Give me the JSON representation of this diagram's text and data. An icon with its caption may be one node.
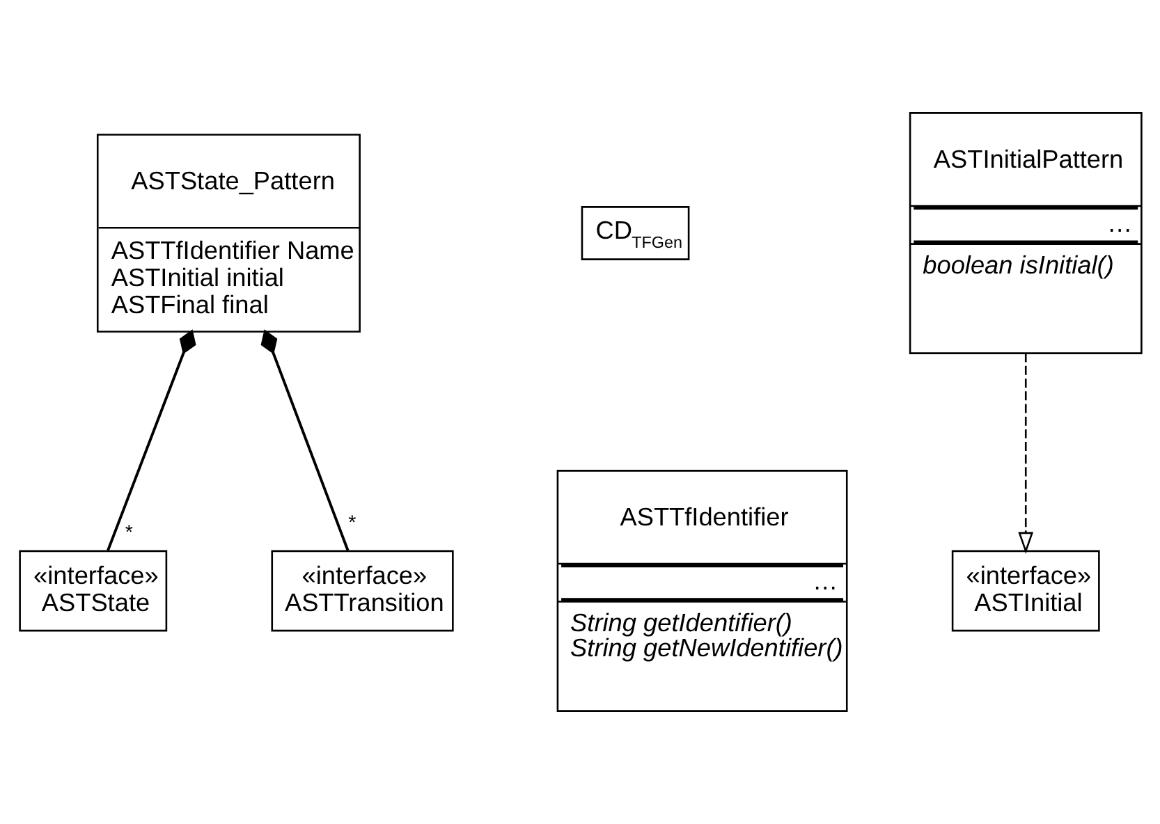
{
  "diagram": {
    "nodes": [
      {
        "text": [
          "ASTState_Pattern",
          "ASTTfIdentifier Name",
          "ASTInitial initial",
          "ASTFinal final"
        ]
      },
      {
        "text": [
          "«interface»",
          "ASTState"
        ]
      },
      {
        "text": [
          "«interface»",
          "ASTTransition"
        ]
      },
      {
        "text": [
          "CD$_{TFGen}$"
        ]
      },
      {
        "text": [
          "ASTTfIdentifier",
          "…",
          "String getIdentifier()",
          "String getNewIdentifier()"
        ]
      },
      {
        "text": [
          "«interface»",
          "ASTInitial"
        ]
      },
      {
        "text": [
          "ASTInitialPattern",
          "…",
          "boolean isInitial()"
        ]
      }
    ],
    "edges": [
      {
        "from": 0,
        "to": 1,
        "arrow": "other",
        "label": "*"
      },
      {
        "from": 0,
        "to": 2,
        "arrow": "other",
        "label": "*"
      },
      {
        "from": 6,
        "to": 5,
        "arrow": "to",
        "style": "dashed"
      }
    ]
  }
}
